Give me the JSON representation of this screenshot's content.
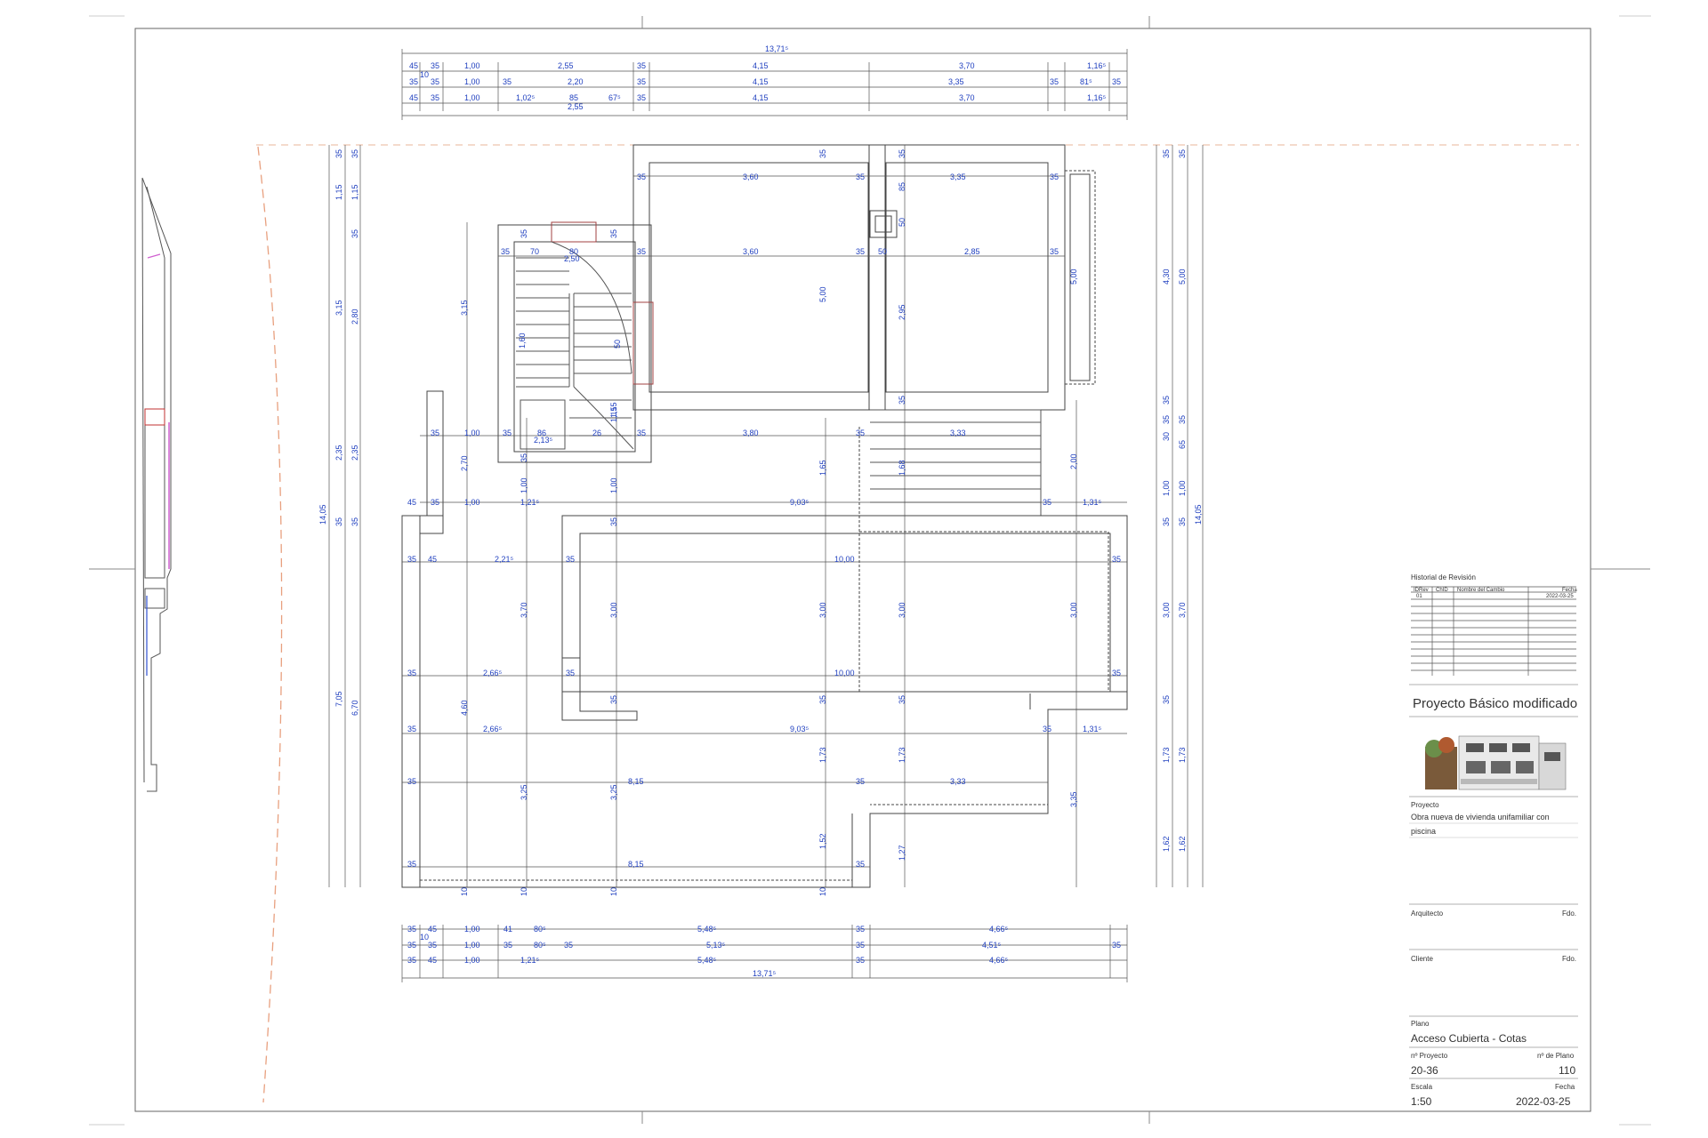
{
  "title_block": {
    "revision_history": {
      "title": "Historial de Revisión",
      "headers": [
        "IDRev",
        "ChID",
        "Nombre del Cambio",
        "Fecha"
      ],
      "rows": [
        [
          "01",
          "",
          "",
          "2022-03-25"
        ]
      ]
    },
    "project_name": "Proyecto Básico modificado",
    "proyecto_label": "Proyecto",
    "proyecto_value_1": "Obra nueva de vivienda unifamiliar con",
    "proyecto_value_2": "piscina",
    "arquitecto_label": "Arquitecto",
    "cliente_label": "Cliente",
    "fdo_label": "Fdo.",
    "plano_label": "Plano",
    "plano_value": "Acceso Cubierta - Cotas",
    "nproyecto_label": "nº Proyecto",
    "nproyecto_value": "20-36",
    "nplano_label": "nº de Plano",
    "nplano_value": "110",
    "escala_label": "Escala",
    "escala_value": "1:50",
    "fecha_label": "Fecha",
    "fecha_value": "2022-03-25"
  },
  "dimensions": {
    "top_row1": [
      "45",
      "35",
      "1,00",
      "2,55",
      "35",
      "4,15",
      "3,70",
      "1,16⁵"
    ],
    "top_row2": [
      "35",
      "35",
      "1,00",
      "35",
      "2,20",
      "35",
      "4,15",
      "3,35",
      "35",
      "81⁵",
      "35"
    ],
    "top_row3": [
      "45",
      "35",
      "1,00",
      "1,02⁵",
      "85",
      "67⁵",
      "35",
      "4,15",
      "3,70",
      "1,16⁵"
    ],
    "top_total": "13,71⁵",
    "top_sub": "2,55",
    "top_small": "10",
    "bottom_row1": [
      "35",
      "45",
      "1,00",
      "41",
      "80⁵",
      "5,48⁵",
      "35",
      "4,66⁵"
    ],
    "bottom_row2": [
      "35",
      "35",
      "1,00",
      "35",
      "80⁵",
      "35",
      "5,13⁵",
      "35",
      "4,51⁵",
      "35"
    ],
    "bottom_row3": [
      "35",
      "45",
      "1,00",
      "1,21⁵",
      "5,48⁵",
      "35",
      "4,66⁵"
    ],
    "bottom_total": "13,71⁵",
    "bottom_small": "10",
    "left_total": "14,05",
    "left_col1": [
      "35",
      "1,15",
      "3,15",
      "2,35",
      "35",
      "7,05"
    ],
    "left_col2": [
      "35",
      "1,15",
      "35",
      "2,80",
      "2,35",
      "35",
      "6,70"
    ],
    "right_total": "14,05",
    "right_col1": [
      "35",
      "4,30",
      "35",
      "35",
      "30",
      "1,00",
      "35",
      "3,00",
      "35",
      "1,73",
      "1,62"
    ],
    "right_col2": [
      "35",
      "5,00",
      "35",
      "65",
      "1,00",
      "35",
      "3,70",
      "1,73",
      "1,62"
    ],
    "interior_h": [
      "35",
      "3,60",
      "35",
      "3,35",
      "35",
      "35",
      "70",
      "80",
      "35",
      "3,60",
      "35",
      "50",
      "2,85",
      "35",
      "35",
      "1,00",
      "35",
      "86",
      "26",
      "35",
      "3,80",
      "35",
      "3,33",
      "45",
      "35",
      "1,00",
      "1,21⁵",
      "9,03⁵",
      "35",
      "1,31⁵",
      "35",
      "45",
      "2,21⁵",
      "35",
      "10,00",
      "35",
      "35",
      "2,66⁵",
      "35",
      "10,00",
      "35",
      "35",
      "2,66⁵",
      "9,03⁵",
      "35",
      "1,31⁵",
      "35",
      "8,15",
      "35",
      "3,33",
      "35",
      "8,15",
      "35",
      "2,50",
      "2,13⁵"
    ],
    "interior_v": [
      "35",
      "35",
      "35",
      "35",
      "85",
      "50",
      "3,15",
      "5,00",
      "2,95",
      "5,00",
      "35",
      "35",
      "1,15",
      "2,70",
      "1,00",
      "1,00",
      "1,65",
      "1,68",
      "2,00",
      "35",
      "3,70",
      "3,00",
      "3,00",
      "3,00",
      "3,00",
      "4,60",
      "35",
      "35",
      "35",
      "1,73",
      "1,73",
      "3,25",
      "3,25",
      "3,35",
      "1,52",
      "1,27",
      "1,60",
      "50",
      "1,15",
      "10",
      "10",
      "10",
      "10"
    ]
  }
}
